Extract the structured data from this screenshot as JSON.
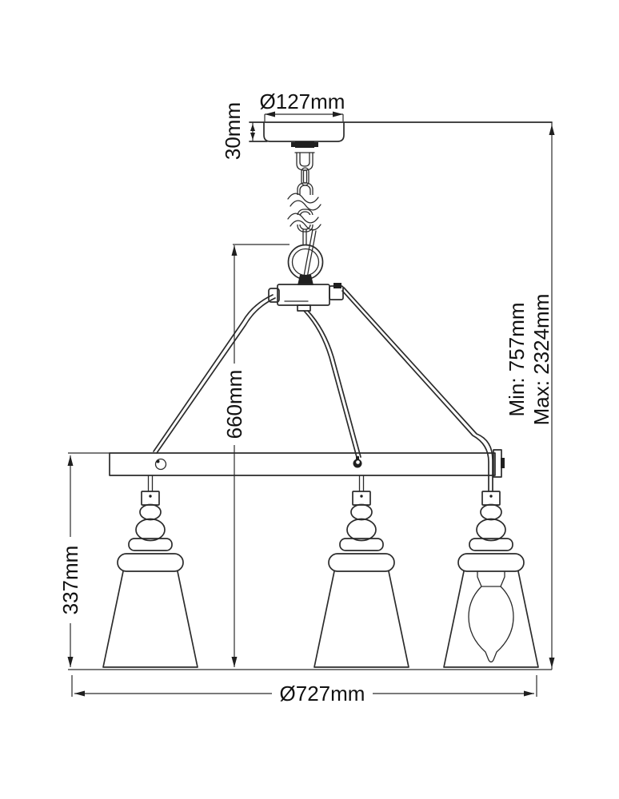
{
  "diagram": {
    "kind": "technical dimension drawing",
    "subject": "three-light chandelier with chain suspension and cone glass shades",
    "line_color": "#2b2b2b",
    "background_color": "#ffffff",
    "labels": {
      "canopy_diameter": "Ø127mm",
      "canopy_height": "30mm",
      "body_drop": "660mm",
      "min_height": "Min: 757mm",
      "max_height": "Max: 2324mm",
      "shade_height": "337mm",
      "overall_diameter": "Ø727mm"
    }
  }
}
